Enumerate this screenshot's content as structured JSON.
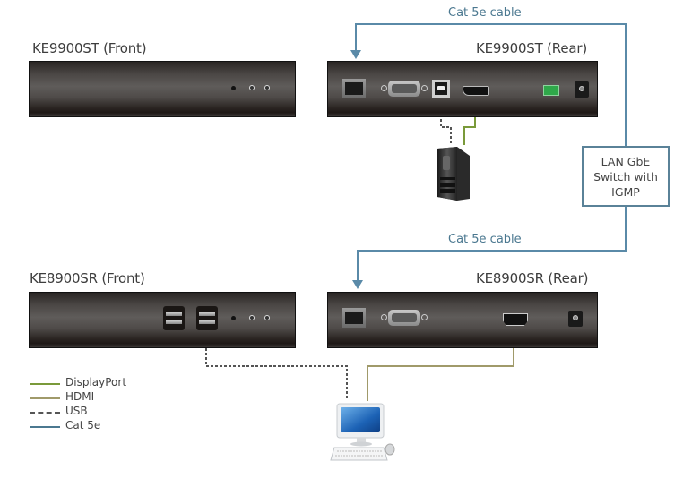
{
  "devices": {
    "transmitter_front": {
      "title": "KE9900ST (Front)",
      "leds": [
        "solid",
        "ring",
        "ring"
      ]
    },
    "transmitter_rear": {
      "title": "KE9900ST (Rear)",
      "ports": [
        "rj45-lan",
        "rs232-db9",
        "usb-b",
        "displayport",
        "terminal-block",
        "dc-power"
      ]
    },
    "receiver_front": {
      "title": "KE8900SR (Front)",
      "ports": [
        "usb-a-dual",
        "usb-a-dual"
      ],
      "leds": [
        "solid",
        "ring",
        "ring"
      ]
    },
    "receiver_rear": {
      "title": "KE8900SR (Rear)",
      "ports": [
        "rj45-lan",
        "rs232-db9",
        "hdmi",
        "dc-power"
      ]
    }
  },
  "cables": {
    "top_label": "Cat 5e cable",
    "bottom_label": "Cat 5e cable"
  },
  "switch": {
    "lines": [
      "LAN GbE",
      "Switch with",
      "IGMP"
    ]
  },
  "endpoints": {
    "source": "computer-tower-icon",
    "console": "desktop-monitor-keyboard-mouse-icon"
  },
  "legend": {
    "items": [
      {
        "label": "DisplayPort",
        "color": "#7a9a3a",
        "style": "solid"
      },
      {
        "label": "HDMI",
        "color": "#a09a6a",
        "style": "solid"
      },
      {
        "label": "USB",
        "color": "#555555",
        "style": "dashed"
      },
      {
        "label": "Cat 5e",
        "color": "#4b7890",
        "style": "solid"
      }
    ]
  },
  "colors": {
    "cat5e": "#5a8aa8",
    "displayport": "#7a9a3a",
    "hdmi": "#a09a6a",
    "usb": "#555555"
  }
}
